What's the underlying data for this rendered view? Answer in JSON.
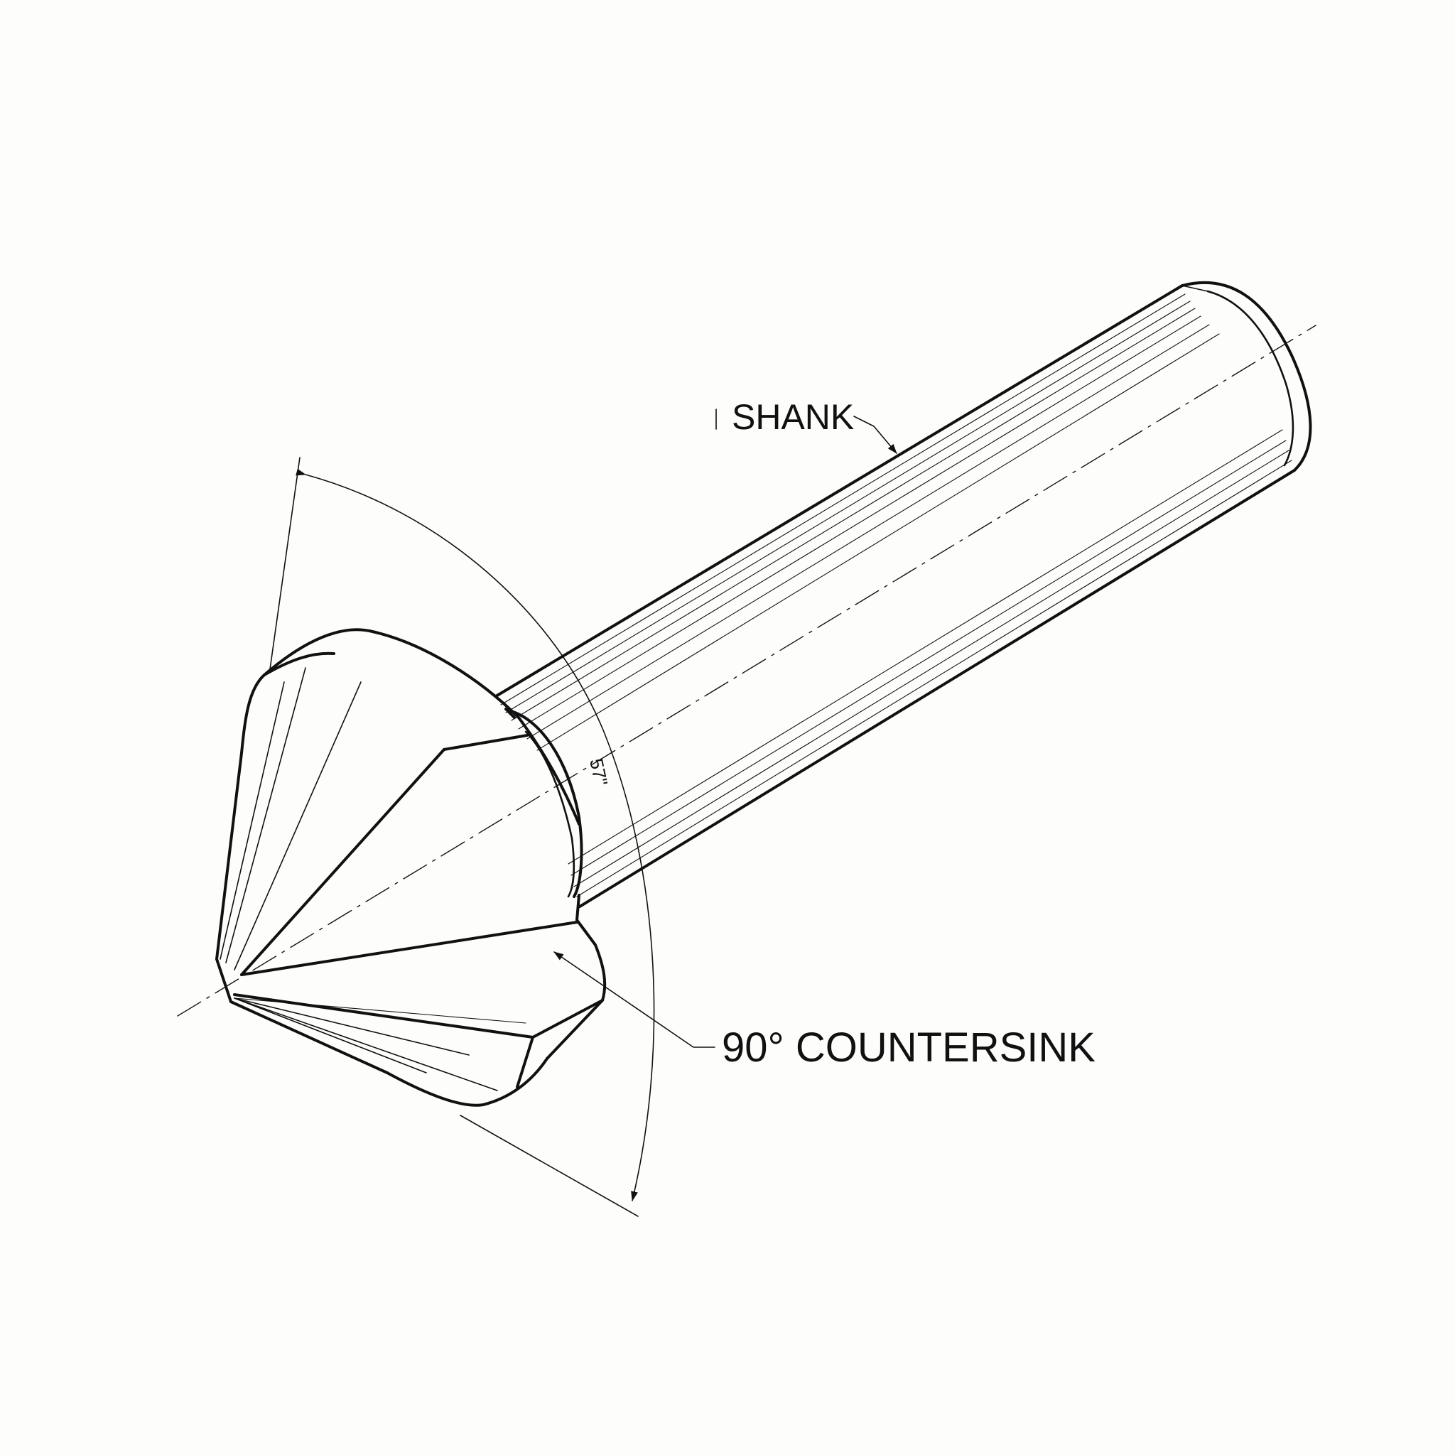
{
  "labels": {
    "shank": "SHANK",
    "countersink": "90° COUNTERSINK",
    "angle_dimension": "57\""
  },
  "colors": {
    "background": "#fdfdfb",
    "ink": "#111111"
  }
}
